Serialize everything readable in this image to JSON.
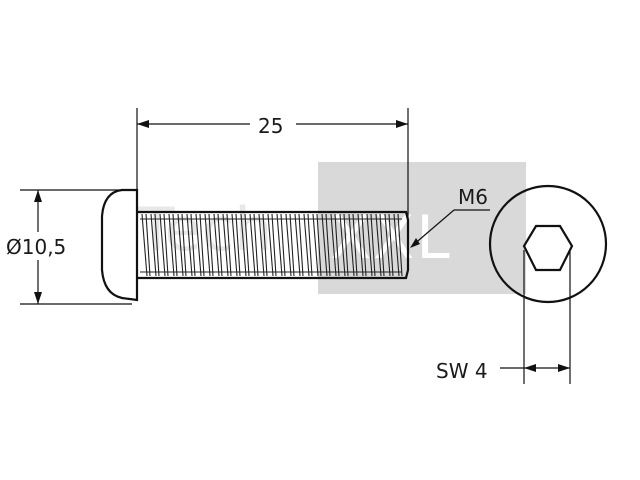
{
  "drawing": {
    "length_label": "25",
    "diameter_label": "Ø10,5",
    "thread_label": "M6",
    "socket_label": "SW 4"
  },
  "watermark": {
    "text_left": "Tech",
    "text_right": "XXL"
  }
}
